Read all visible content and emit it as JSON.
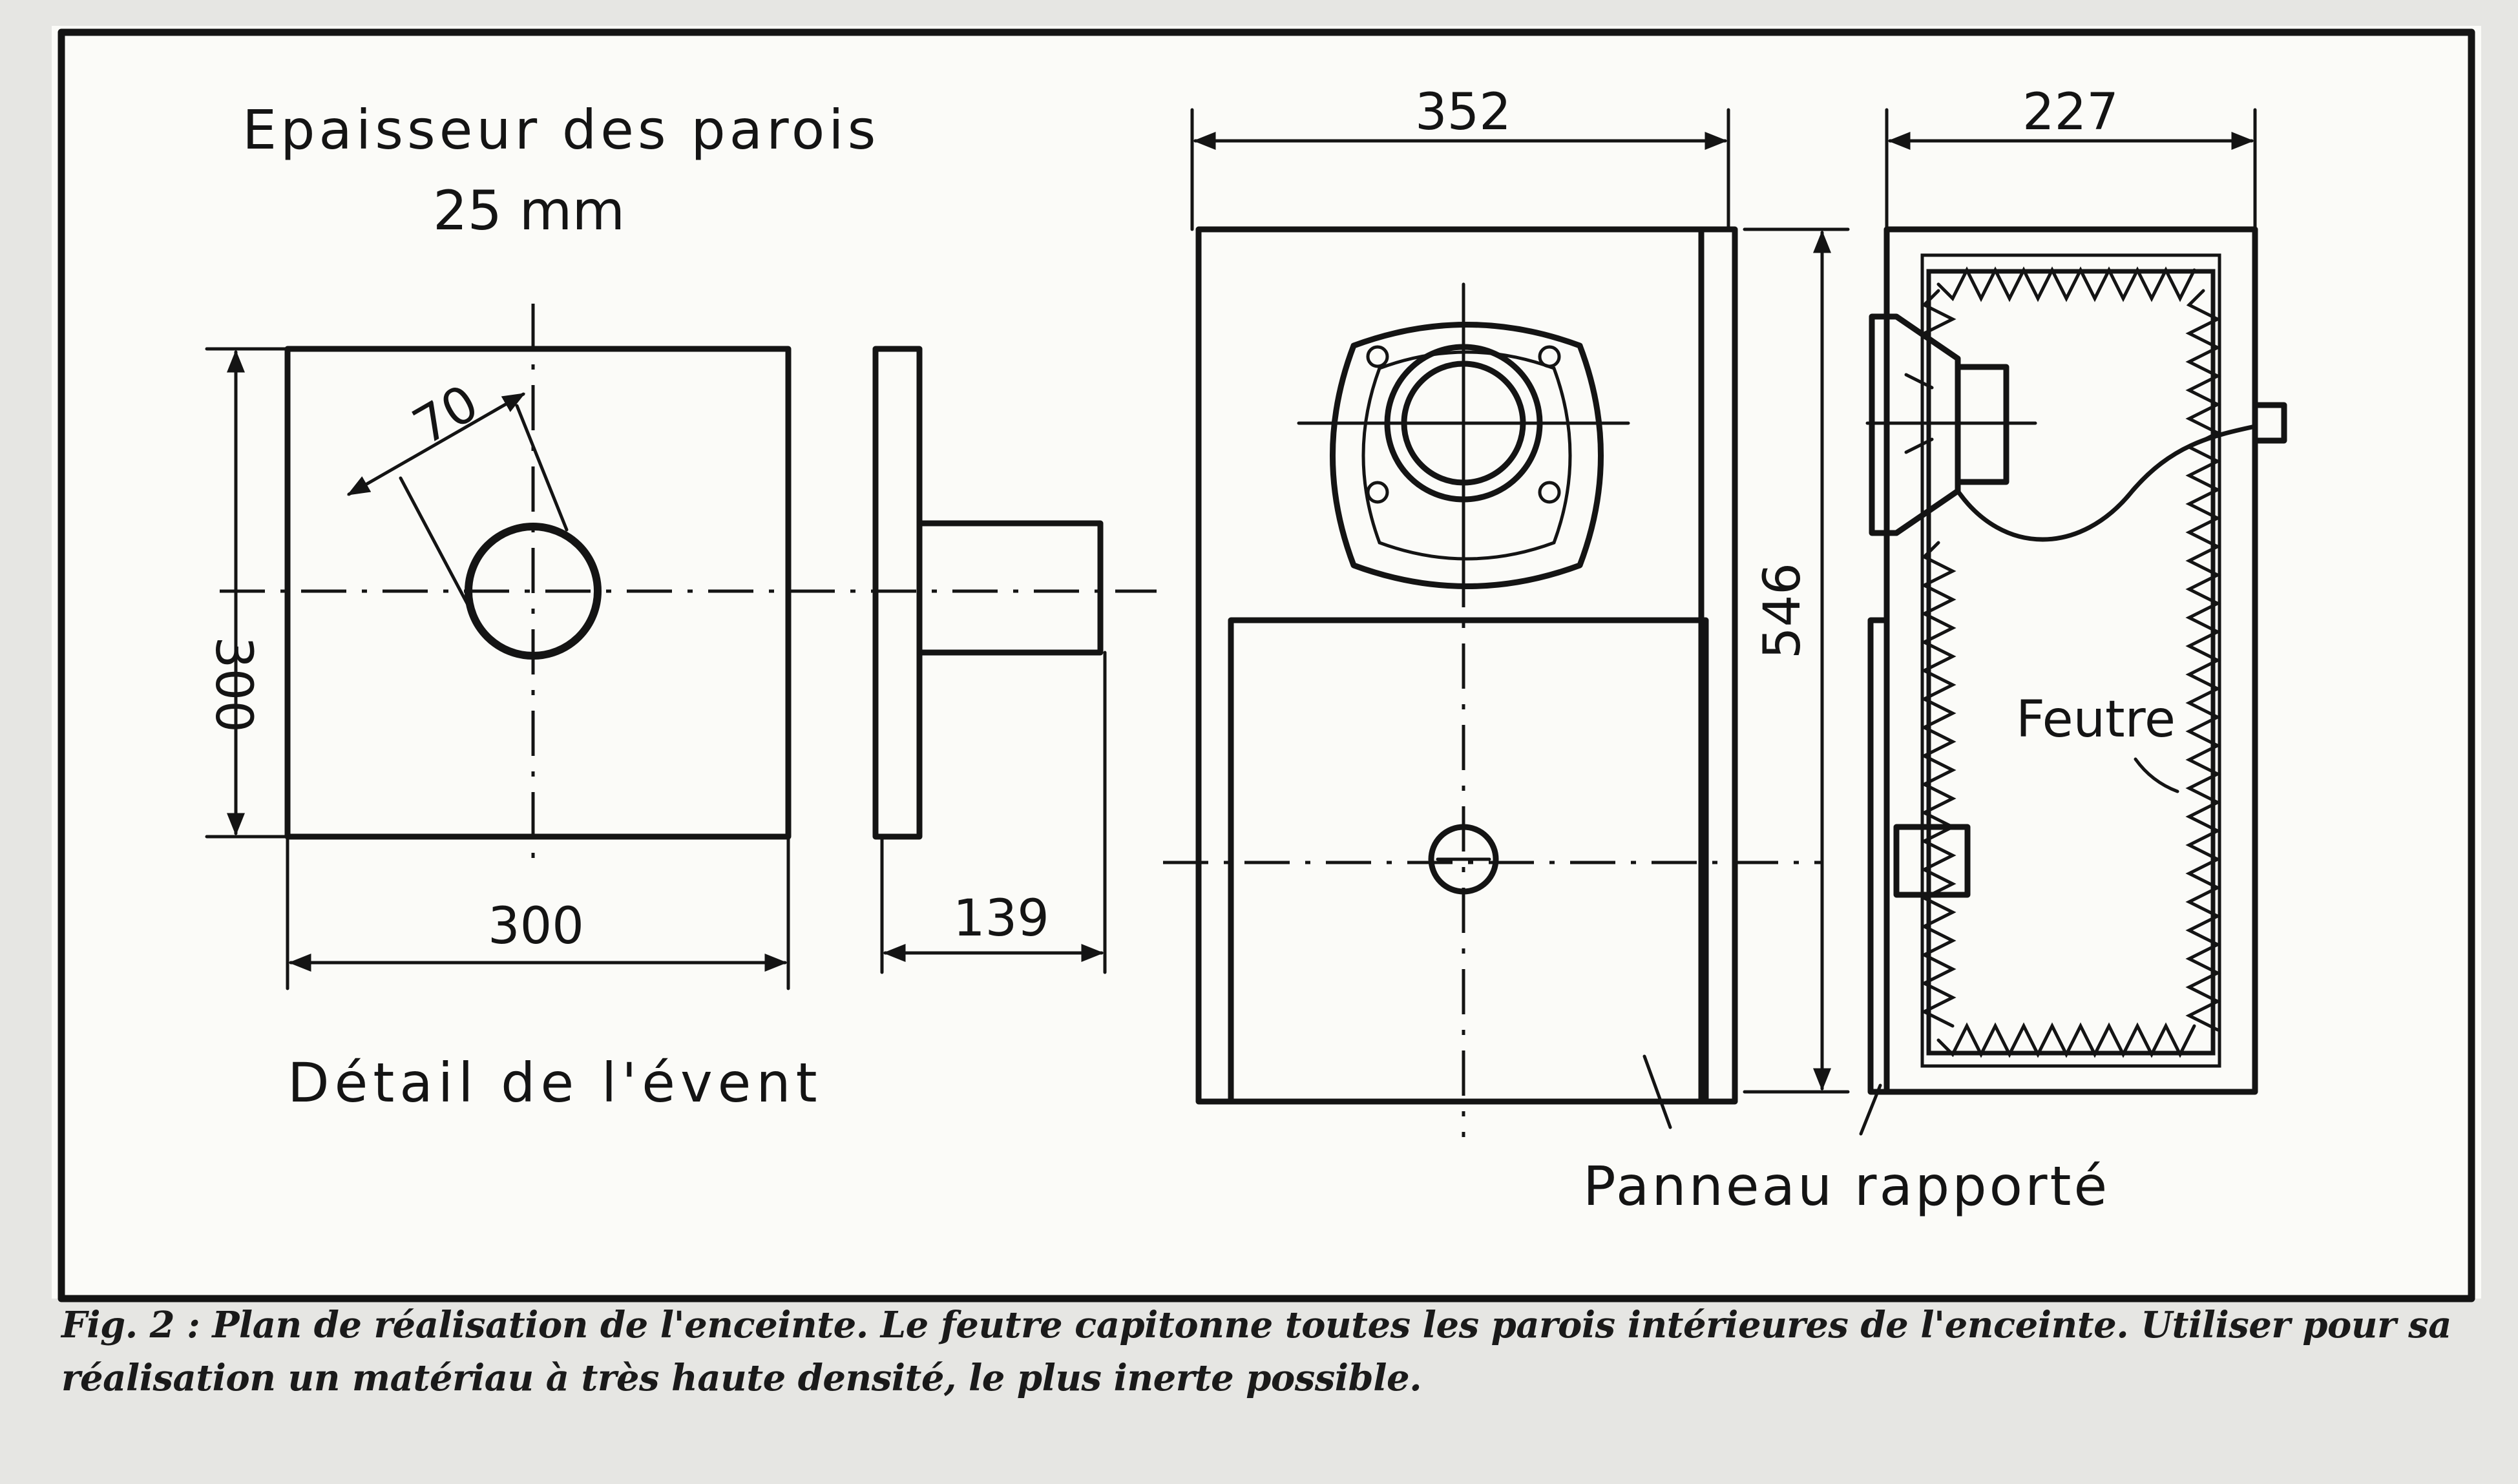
{
  "labels": {
    "wall_thickness_line1": "Epaisseur des parois",
    "wall_thickness_line2": "25 mm",
    "vent_detail": "Détail de l'évent",
    "felt": "Feutre",
    "added_panel": "Panneau rapporté"
  },
  "dimensions": {
    "vent_panel_width": "300",
    "vent_panel_height": "300",
    "vent_diameter": "70",
    "vent_tube_depth": "139",
    "enclosure_width": "352",
    "enclosure_height": "546",
    "enclosure_depth": "227"
  },
  "caption": {
    "figure": "Fig. 2 :",
    "text": "Plan de réalisation de l'enceinte. Le feutre capitonne toutes les parois intérieures de l'enceinte. Utiliser pour sa réalisation un matériau à très haute densité, le plus inerte possible."
  },
  "colors": {
    "ink": "#141414",
    "paper": "#fbfbf8",
    "background": "#e6e6e3"
  }
}
